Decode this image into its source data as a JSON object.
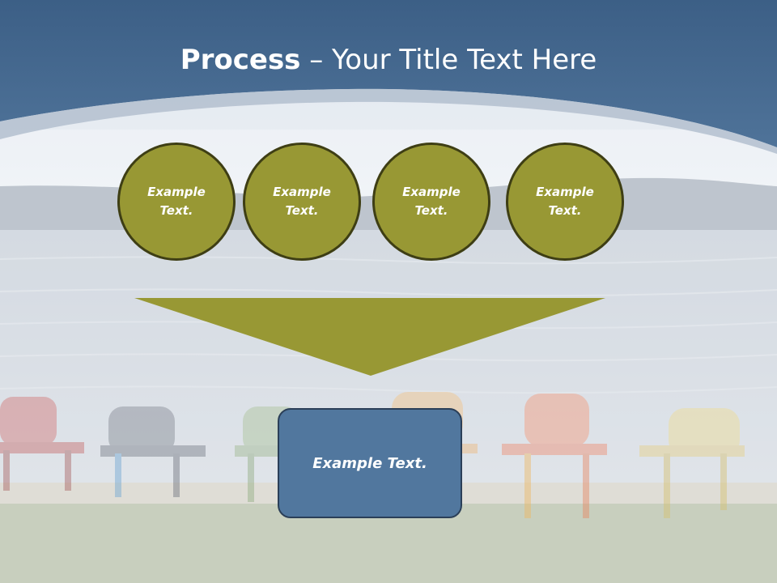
{
  "slide": {
    "title_bold": "Process",
    "title_rest": " – Your Title Text Here",
    "circles": [
      {
        "line1": "Example",
        "line2": "Text."
      },
      {
        "line1": "Example",
        "line2": "Text."
      },
      {
        "line1": "Example",
        "line2": "Text."
      },
      {
        "line1": "Example",
        "line2": "Text."
      }
    ],
    "result_box": "Example Text."
  },
  "colors": {
    "header_blue": "#45698f",
    "circle_fill": "#989834",
    "circle_border": "#3e3e14",
    "arrow_fill": "#989834",
    "box_fill": "#51779e"
  },
  "background": "lake shore photo with colored adirondack-chair-icon row, faded"
}
